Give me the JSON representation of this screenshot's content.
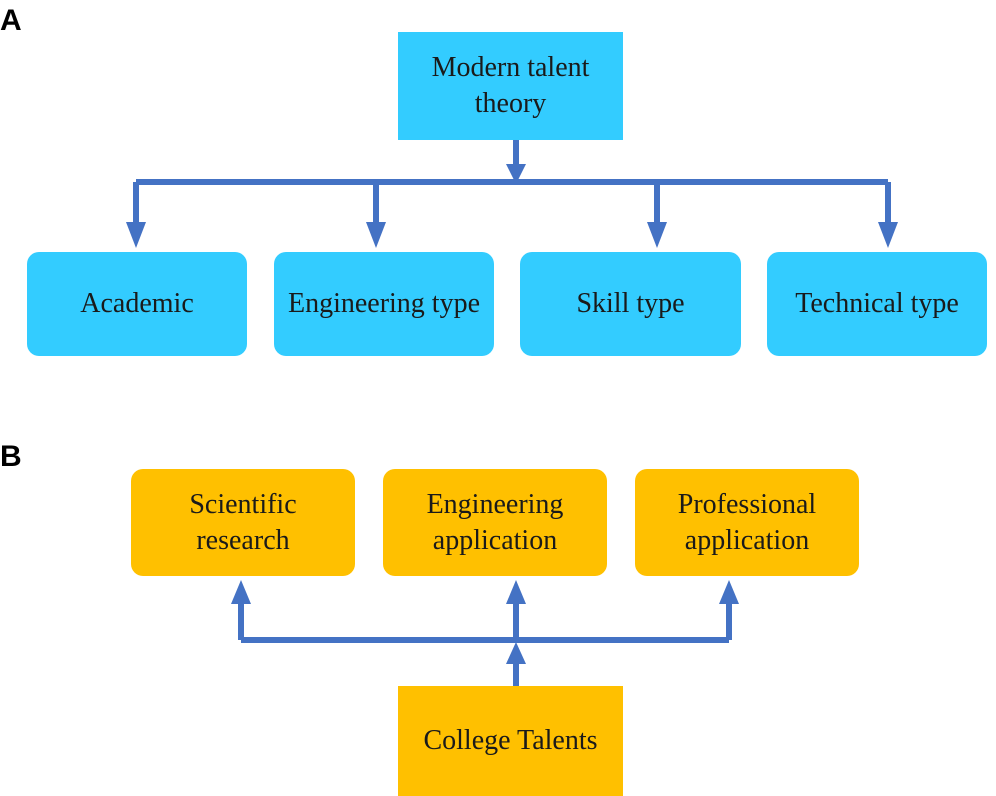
{
  "panel_a": {
    "label": "A",
    "root": "Modern talent\ntheory",
    "children": [
      "Academic",
      "Engineering type",
      "Skill type",
      "Technical type"
    ]
  },
  "panel_b": {
    "label": "B",
    "root": "College Talents",
    "children": [
      "Scientific\nresearch",
      "Engineering\napplication",
      "Professional\napplication"
    ]
  },
  "colors": {
    "panel_a_box": "#33ccff",
    "panel_b_box": "#ffc000",
    "connector": "#4472c4"
  }
}
